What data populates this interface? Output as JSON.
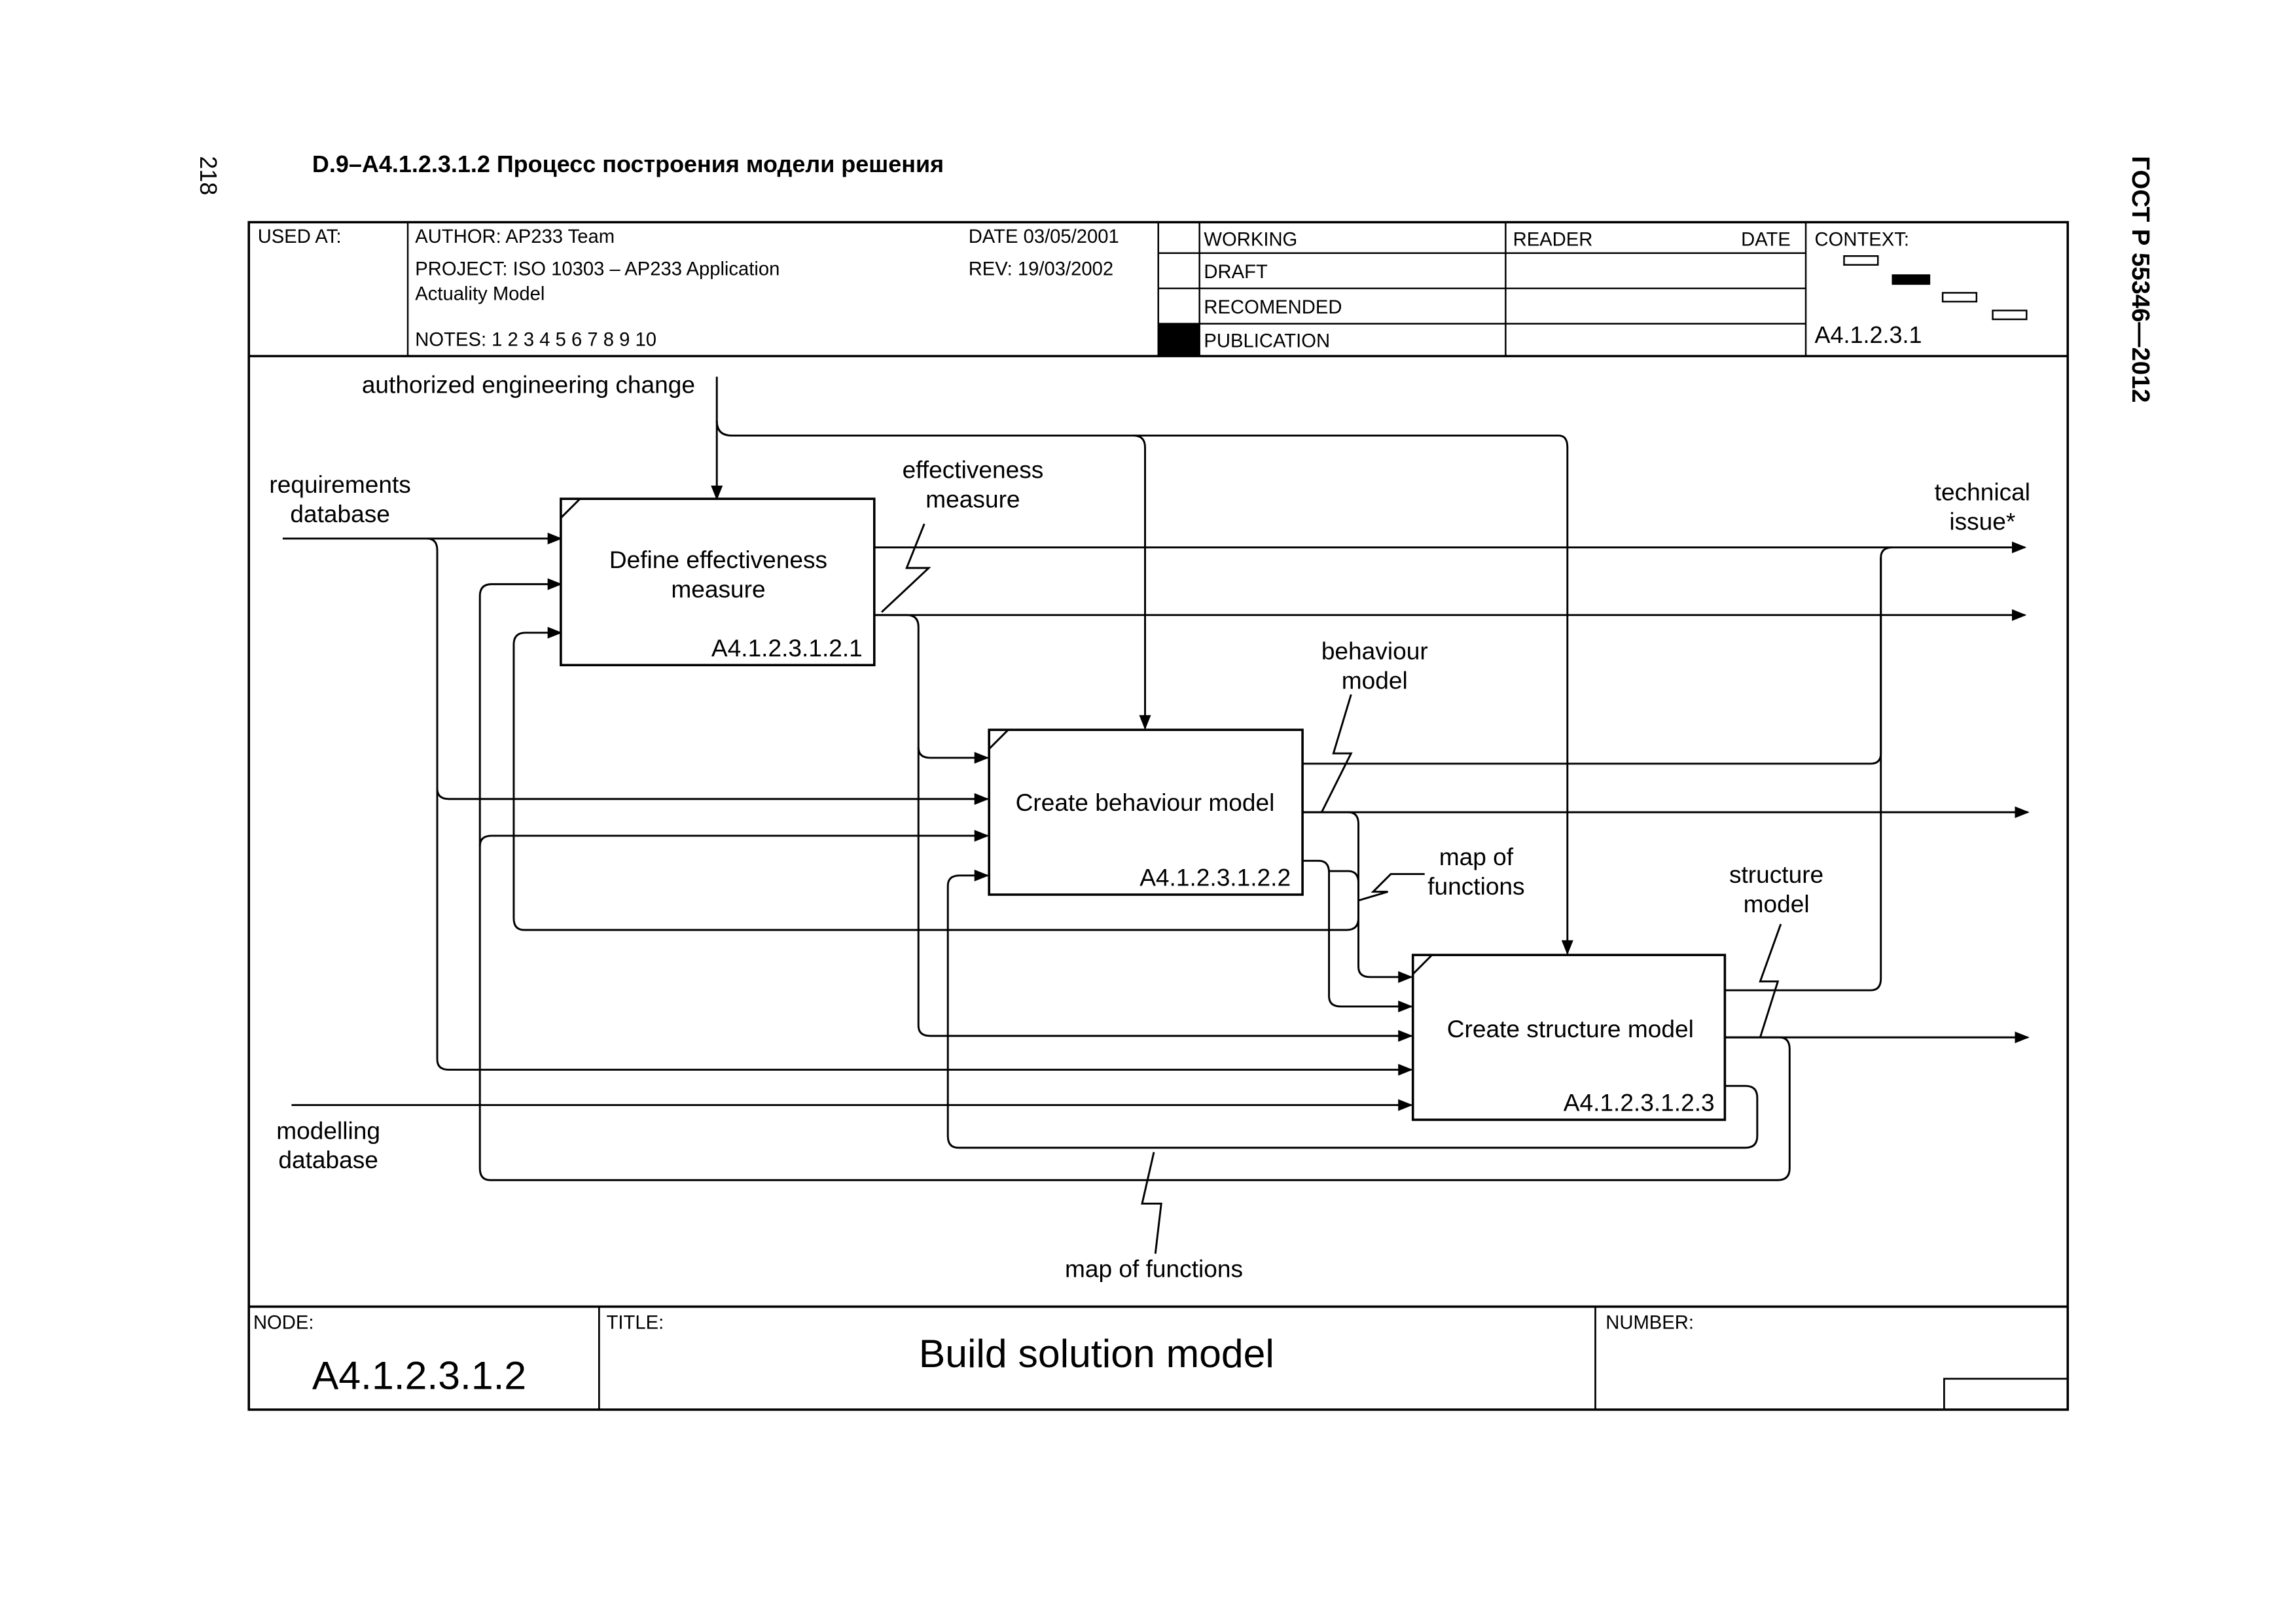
{
  "page": {
    "number": "218",
    "heading": "D.9–A4.1.2.3.1.2 Процесс построения модели решения",
    "side_title": "ГОСТ Р 55346—2012"
  },
  "header": {
    "used_at": "USED AT:",
    "author": "AUTHOR:  AP233 Team",
    "project_line1": "PROJECT:  ISO 10303 – AP233 Application",
    "project_line2": "Actuality Model",
    "notes": "NOTES:  1  2  3  4  5  6 7  8  9  10",
    "date": "DATE 03/05/2001",
    "rev": "REV:    19/03/2002",
    "status": [
      "WORKING",
      "DRAFT",
      "RECOMENDED",
      "PUBLICATION"
    ],
    "reader": "READER",
    "reader_date": "DATE",
    "context": "CONTEXT:",
    "context_node": "A4.1.2.3.1"
  },
  "activities": [
    {
      "label_line1": "Define effectiveness",
      "label_line2": "measure",
      "id": "A4.1.2.3.1.2.1"
    },
    {
      "label_line1": "Create behaviour model",
      "label_line2": "",
      "id": "A4.1.2.3.1.2.2"
    },
    {
      "label_line1": "Create structure model",
      "label_line2": "",
      "id": "A4.1.2.3.1.2.3"
    }
  ],
  "arrow_labels": {
    "authorized_change": "authorized engineering change",
    "requirements_1": "requirements",
    "requirements_2": "database",
    "effectiveness_1": "effectiveness",
    "effectiveness_2": "measure",
    "technical_1": "technical",
    "technical_2": "issue*",
    "behaviour_1": "behaviour",
    "behaviour_2": "model",
    "mapfunc_1": "map of",
    "mapfunc_2": "functions",
    "structure_1": "structure",
    "structure_2": "model",
    "modelling_1": "modelling",
    "modelling_2": "database",
    "map_bottom": "map of functions"
  },
  "footer": {
    "node_label": "NODE:",
    "node_value": "A4.1.2.3.1.2",
    "title_label": "TITLE:",
    "title_value": "Build solution model",
    "number_label": "NUMBER:"
  }
}
